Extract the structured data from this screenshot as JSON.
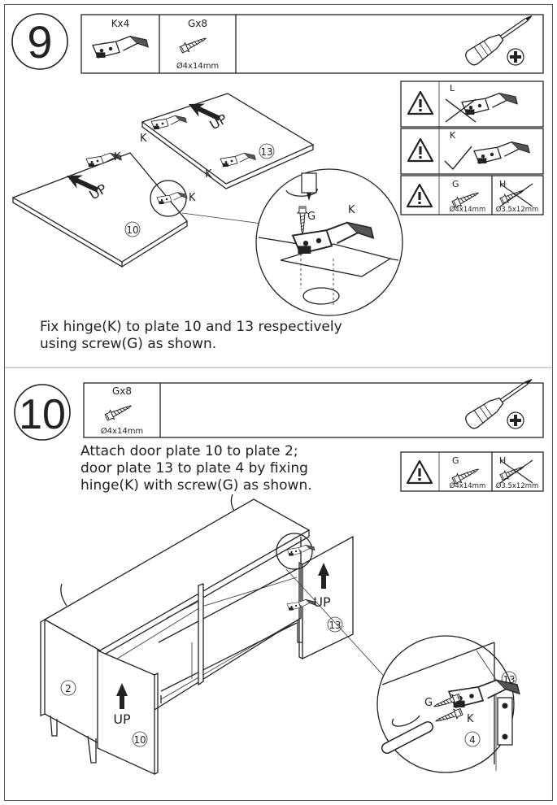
{
  "step9": {
    "number": "9",
    "parts": [
      {
        "label": "Kx4",
        "icon": "hinge-icon"
      },
      {
        "label": "Gx8",
        "icon": "screw-icon",
        "size": "Ø4x14mm"
      }
    ],
    "tool": "phillips-screwdriver-icon",
    "warnings": {
      "hinge_L": "L",
      "hinge_K": "K",
      "screw_G": "G",
      "screw_G_size": "Ø4x14mm",
      "screw_H": "H",
      "screw_H_size": "Ø3.5x12mm"
    },
    "figure": {
      "plate_left": "10",
      "plate_right": "13",
      "up": "UP",
      "hinge": "K",
      "screw": "G"
    },
    "instruction_line1": "Fix hinge(K) to plate 10 and 13 respectively",
    "instruction_line2": "using screw(G) as shown."
  },
  "step10": {
    "number": "10",
    "parts": [
      {
        "label": "Gx8",
        "icon": "screw-icon",
        "size": "Ø4x14mm"
      }
    ],
    "tool": "phillips-screwdriver-icon",
    "warnings": {
      "screw_G": "G",
      "screw_G_size": "Ø4x14mm",
      "screw_H": "H",
      "screw_H_size": "Ø3.5x12mm"
    },
    "instruction_line1": "Attach door plate 10 to plate 2;",
    "instruction_line2": "door plate 13 to plate 4 by fixing",
    "instruction_line3": "hinge(K) with screw(G) as shown.",
    "figure": {
      "side_plate": "2",
      "door_left": "10",
      "door_right": "13",
      "up_left": "UP",
      "up_right": "UP",
      "detail_door": "13",
      "detail_side": "4",
      "screw": "G",
      "hinge": "K"
    }
  }
}
